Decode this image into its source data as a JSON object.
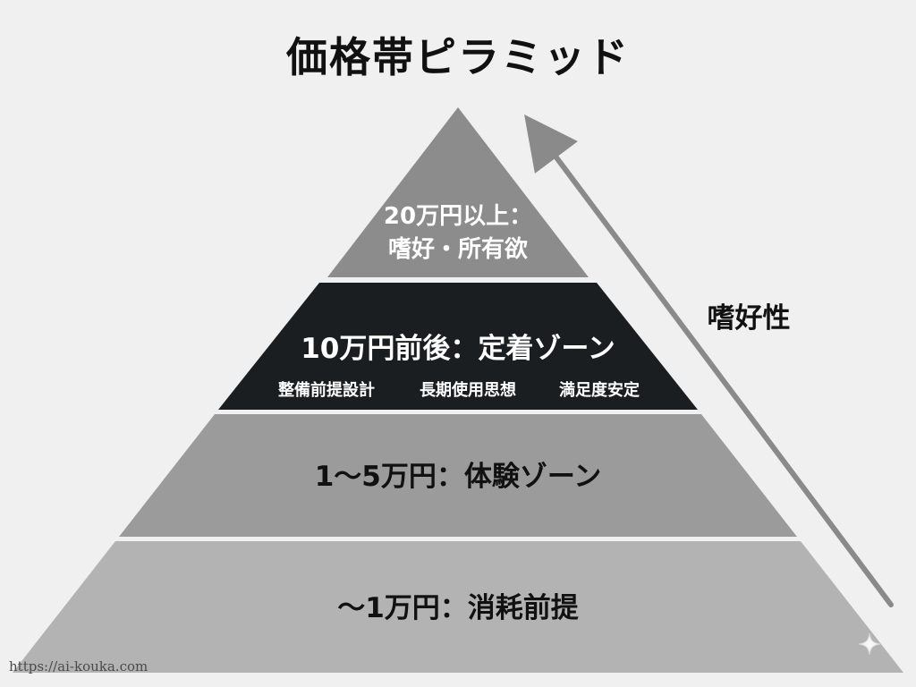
{
  "title": "価格帯ピラミッド",
  "colors": {
    "background": "#f0f0f0",
    "tier_top": "#8c8c8c",
    "tier_second": "#1b1e21",
    "tier_third": "#9b9b9b",
    "tier_bottom": "#b3b3b3",
    "arrow": "#8a8a8a",
    "text_dark": "#111111",
    "text_light": "#ffffff"
  },
  "tiers": [
    {
      "label_line1": "20万円以上：",
      "label_line2": "嗜好・所有欲"
    },
    {
      "label": "10万円前後：定着ゾーン",
      "sub_items": [
        "整備前提設計",
        "長期使用思想",
        "満足度安定"
      ]
    },
    {
      "label": "1〜5万円：体験ゾーン"
    },
    {
      "label": "〜1万円：消耗前提"
    }
  ],
  "axis": {
    "label": "嗜好性",
    "direction": "up"
  },
  "watermark": "https://ai-kouka.com",
  "icons": {
    "sparkle": "sparkle-icon"
  }
}
